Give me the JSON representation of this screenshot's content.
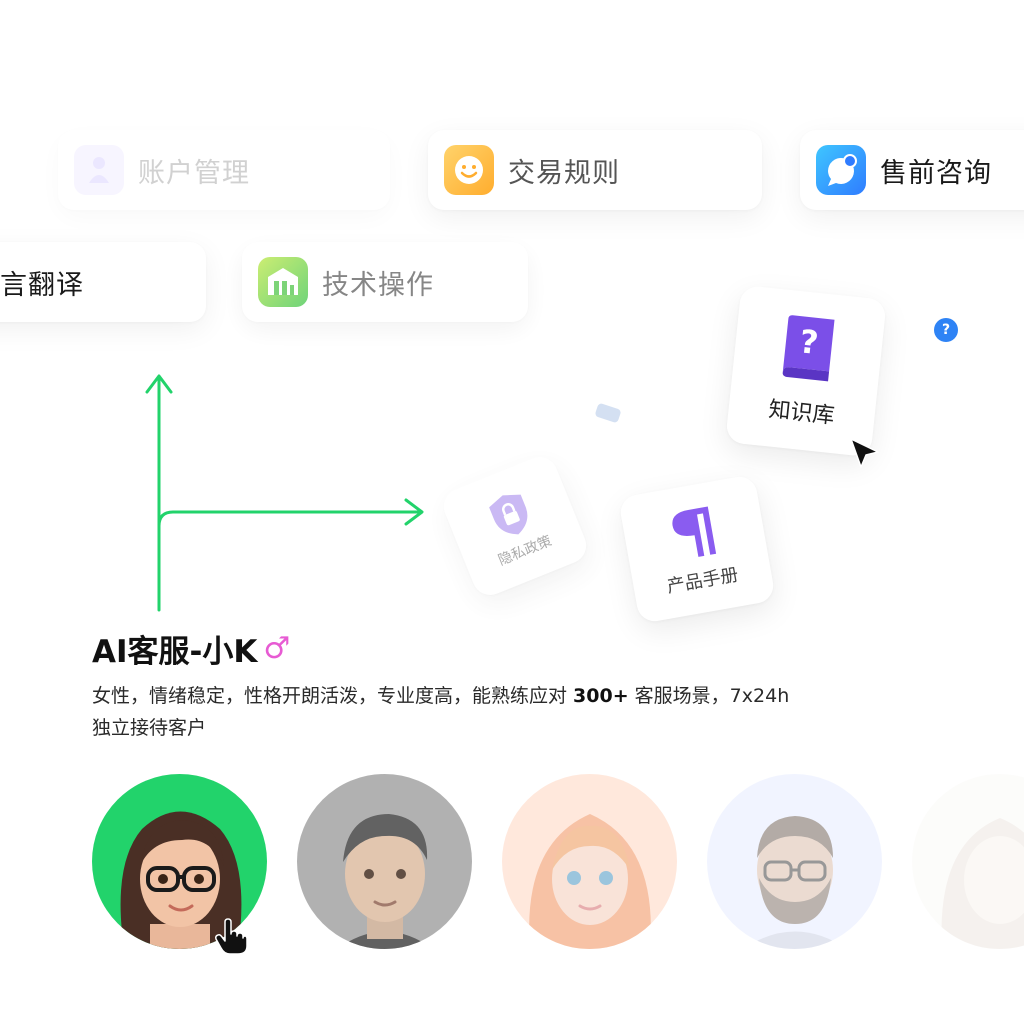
{
  "categories": {
    "account": "账户管理",
    "trade": "交易规则",
    "presale": "售前咨询",
    "translate": "言翻译",
    "tech": "技术操作"
  },
  "cards": {
    "knowledge_base": "知识库",
    "product_manual": "产品手册",
    "privacy_policy": "隐私政策"
  },
  "help_badge": "?",
  "profile": {
    "title": "AI客服-小K",
    "gender_symbol": "♂",
    "desc_part1": "女性，情绪稳定，性格开朗活泼，专业度高，能熟练应对 ",
    "desc_bold": "300+",
    "desc_part2": " 客服场景，7x24h 独立接待客户"
  },
  "colors": {
    "accent_green": "#22d36b",
    "gender_pink": "#e75bd3",
    "kb_purple": "#7b4fe8",
    "help_blue": "#2e83f5"
  },
  "icons": {
    "account": "person-icon",
    "trade": "smiley-icon",
    "presale": "chat-bubble-icon",
    "tech": "building-icon",
    "knowledge_base": "question-book-icon",
    "product_manual": "pilcrow-icon",
    "privacy_policy": "shield-lock-icon"
  }
}
